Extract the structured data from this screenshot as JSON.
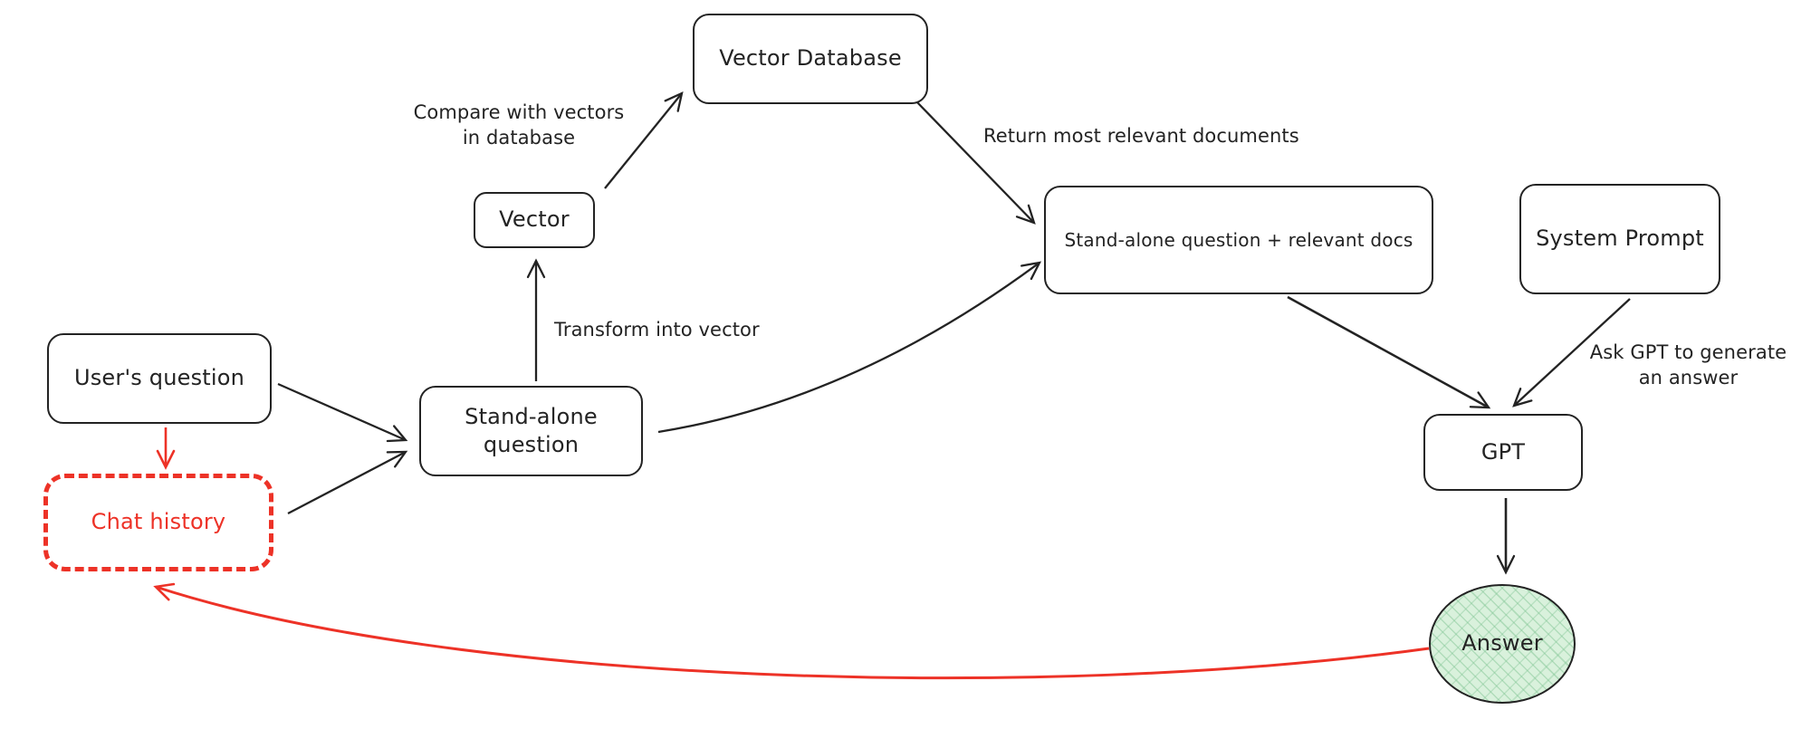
{
  "diagram": {
    "title": "RAG chat flow diagram",
    "style": "hand-drawn whiteboard sketch",
    "colors": {
      "background": "#ffffff",
      "ink": "#232323",
      "accent_red": "#ed3227",
      "answer_fill": "#d9f1dc",
      "answer_hatch": "#7dc391"
    },
    "nodes": {
      "users_question": {
        "label": "User's question",
        "shape": "rounded-rect"
      },
      "chat_history": {
        "label": "Chat history",
        "shape": "rounded-rect-dashed",
        "color": "#ed3227"
      },
      "stand_alone": {
        "label": "Stand-alone\nquestion",
        "shape": "rounded-rect"
      },
      "vector": {
        "label": "Vector",
        "shape": "rounded-rect"
      },
      "vector_database": {
        "label": "Vector Database",
        "shape": "rounded-rect"
      },
      "question_plus_docs": {
        "label": "Stand-alone question + relevant docs",
        "shape": "rounded-rect"
      },
      "system_prompt": {
        "label": "System Prompt",
        "shape": "rounded-rect"
      },
      "gpt": {
        "label": "GPT",
        "shape": "rounded-rect"
      },
      "answer": {
        "label": "Answer",
        "shape": "ellipse",
        "fill": "#d9f1dc"
      }
    },
    "annotations": {
      "compare": "Compare with vectors\nin database",
      "transform": "Transform into vector",
      "return_docs": "Return most relevant documents",
      "ask_gpt": "Ask GPT to generate\nan answer"
    },
    "edges": [
      {
        "from": "users_question",
        "to": "stand_alone",
        "color": "black"
      },
      {
        "from": "users_question",
        "to": "chat_history",
        "color": "red"
      },
      {
        "from": "chat_history",
        "to": "stand_alone",
        "color": "black"
      },
      {
        "from": "stand_alone",
        "to": "vector",
        "color": "black",
        "label": "Transform into vector"
      },
      {
        "from": "vector",
        "to": "vector_database",
        "color": "black",
        "label": "Compare with vectors in database"
      },
      {
        "from": "vector_database",
        "to": "question_plus_docs",
        "color": "black",
        "label": "Return most relevant documents"
      },
      {
        "from": "stand_alone",
        "to": "question_plus_docs",
        "color": "black"
      },
      {
        "from": "question_plus_docs",
        "to": "gpt",
        "color": "black"
      },
      {
        "from": "system_prompt",
        "to": "gpt",
        "color": "black",
        "label": "Ask GPT to generate an answer"
      },
      {
        "from": "gpt",
        "to": "answer",
        "color": "black"
      },
      {
        "from": "answer",
        "to": "chat_history",
        "color": "red"
      }
    ]
  }
}
